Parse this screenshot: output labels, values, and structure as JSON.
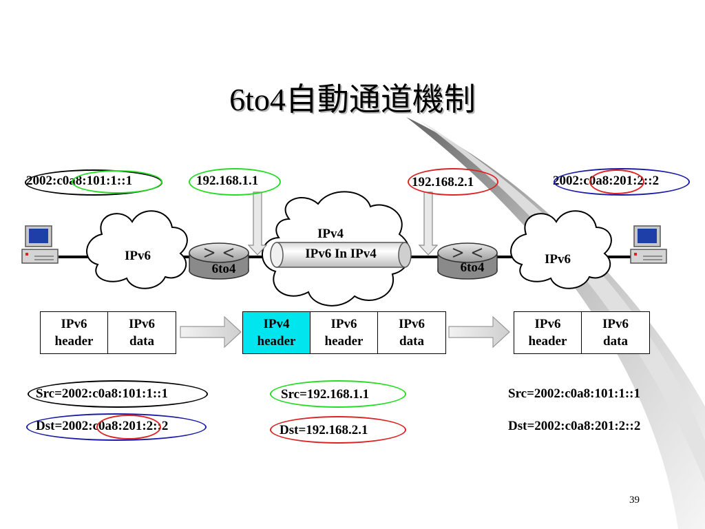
{
  "slide": {
    "title": "6to4自動通道機制",
    "page_number": "39"
  },
  "addresses": {
    "left_host": "2002:c0a8:101:1::1",
    "left_router_ipv4": "192.168.1.1",
    "right_router_ipv4": "192.168.2.1",
    "right_host": "2002:c0a8:201:2::2"
  },
  "network": {
    "left_cloud": "IPv6",
    "center_cloud": "IPv4",
    "tunnel": "IPv6 In IPv4",
    "right_cloud": "IPv6",
    "left_router": "6to4",
    "right_router": "6to4"
  },
  "packets": {
    "left": [
      {
        "line1": "IPv6",
        "line2": "header"
      },
      {
        "line1": "IPv6",
        "line2": "data"
      }
    ],
    "middle": [
      {
        "line1": "IPv4",
        "line2": "header"
      },
      {
        "line1": "IPv6",
        "line2": "header"
      },
      {
        "line1": "IPv6",
        "line2": "data"
      }
    ],
    "right": [
      {
        "line1": "IPv6",
        "line2": "header"
      },
      {
        "line1": "IPv6",
        "line2": "data"
      }
    ]
  },
  "headers": {
    "left_src": "Src=2002:c0a8:101:1::1",
    "left_dst": "Dst=2002:c0a8:201:2::2",
    "middle_src": "Src=192.168.1.1",
    "middle_dst": "Dst=192.168.2.1",
    "right_src": "Src=2002:c0a8:101:1::1",
    "right_dst": "Dst=2002:c0a8:201:2::2"
  },
  "colors": {
    "black_ellipse": "#000000",
    "green_ellipse": "#22dd22",
    "red_ellipse": "#dd2222",
    "blue_ellipse": "#1a1aa8",
    "ipv4_header_fill": "#00e5ee",
    "background_swoosh": "#c8c8c8"
  },
  "icons": [
    "computer-icon",
    "router-icon",
    "cloud-icon",
    "tunnel-pipe-icon",
    "block-arrow-icon"
  ]
}
